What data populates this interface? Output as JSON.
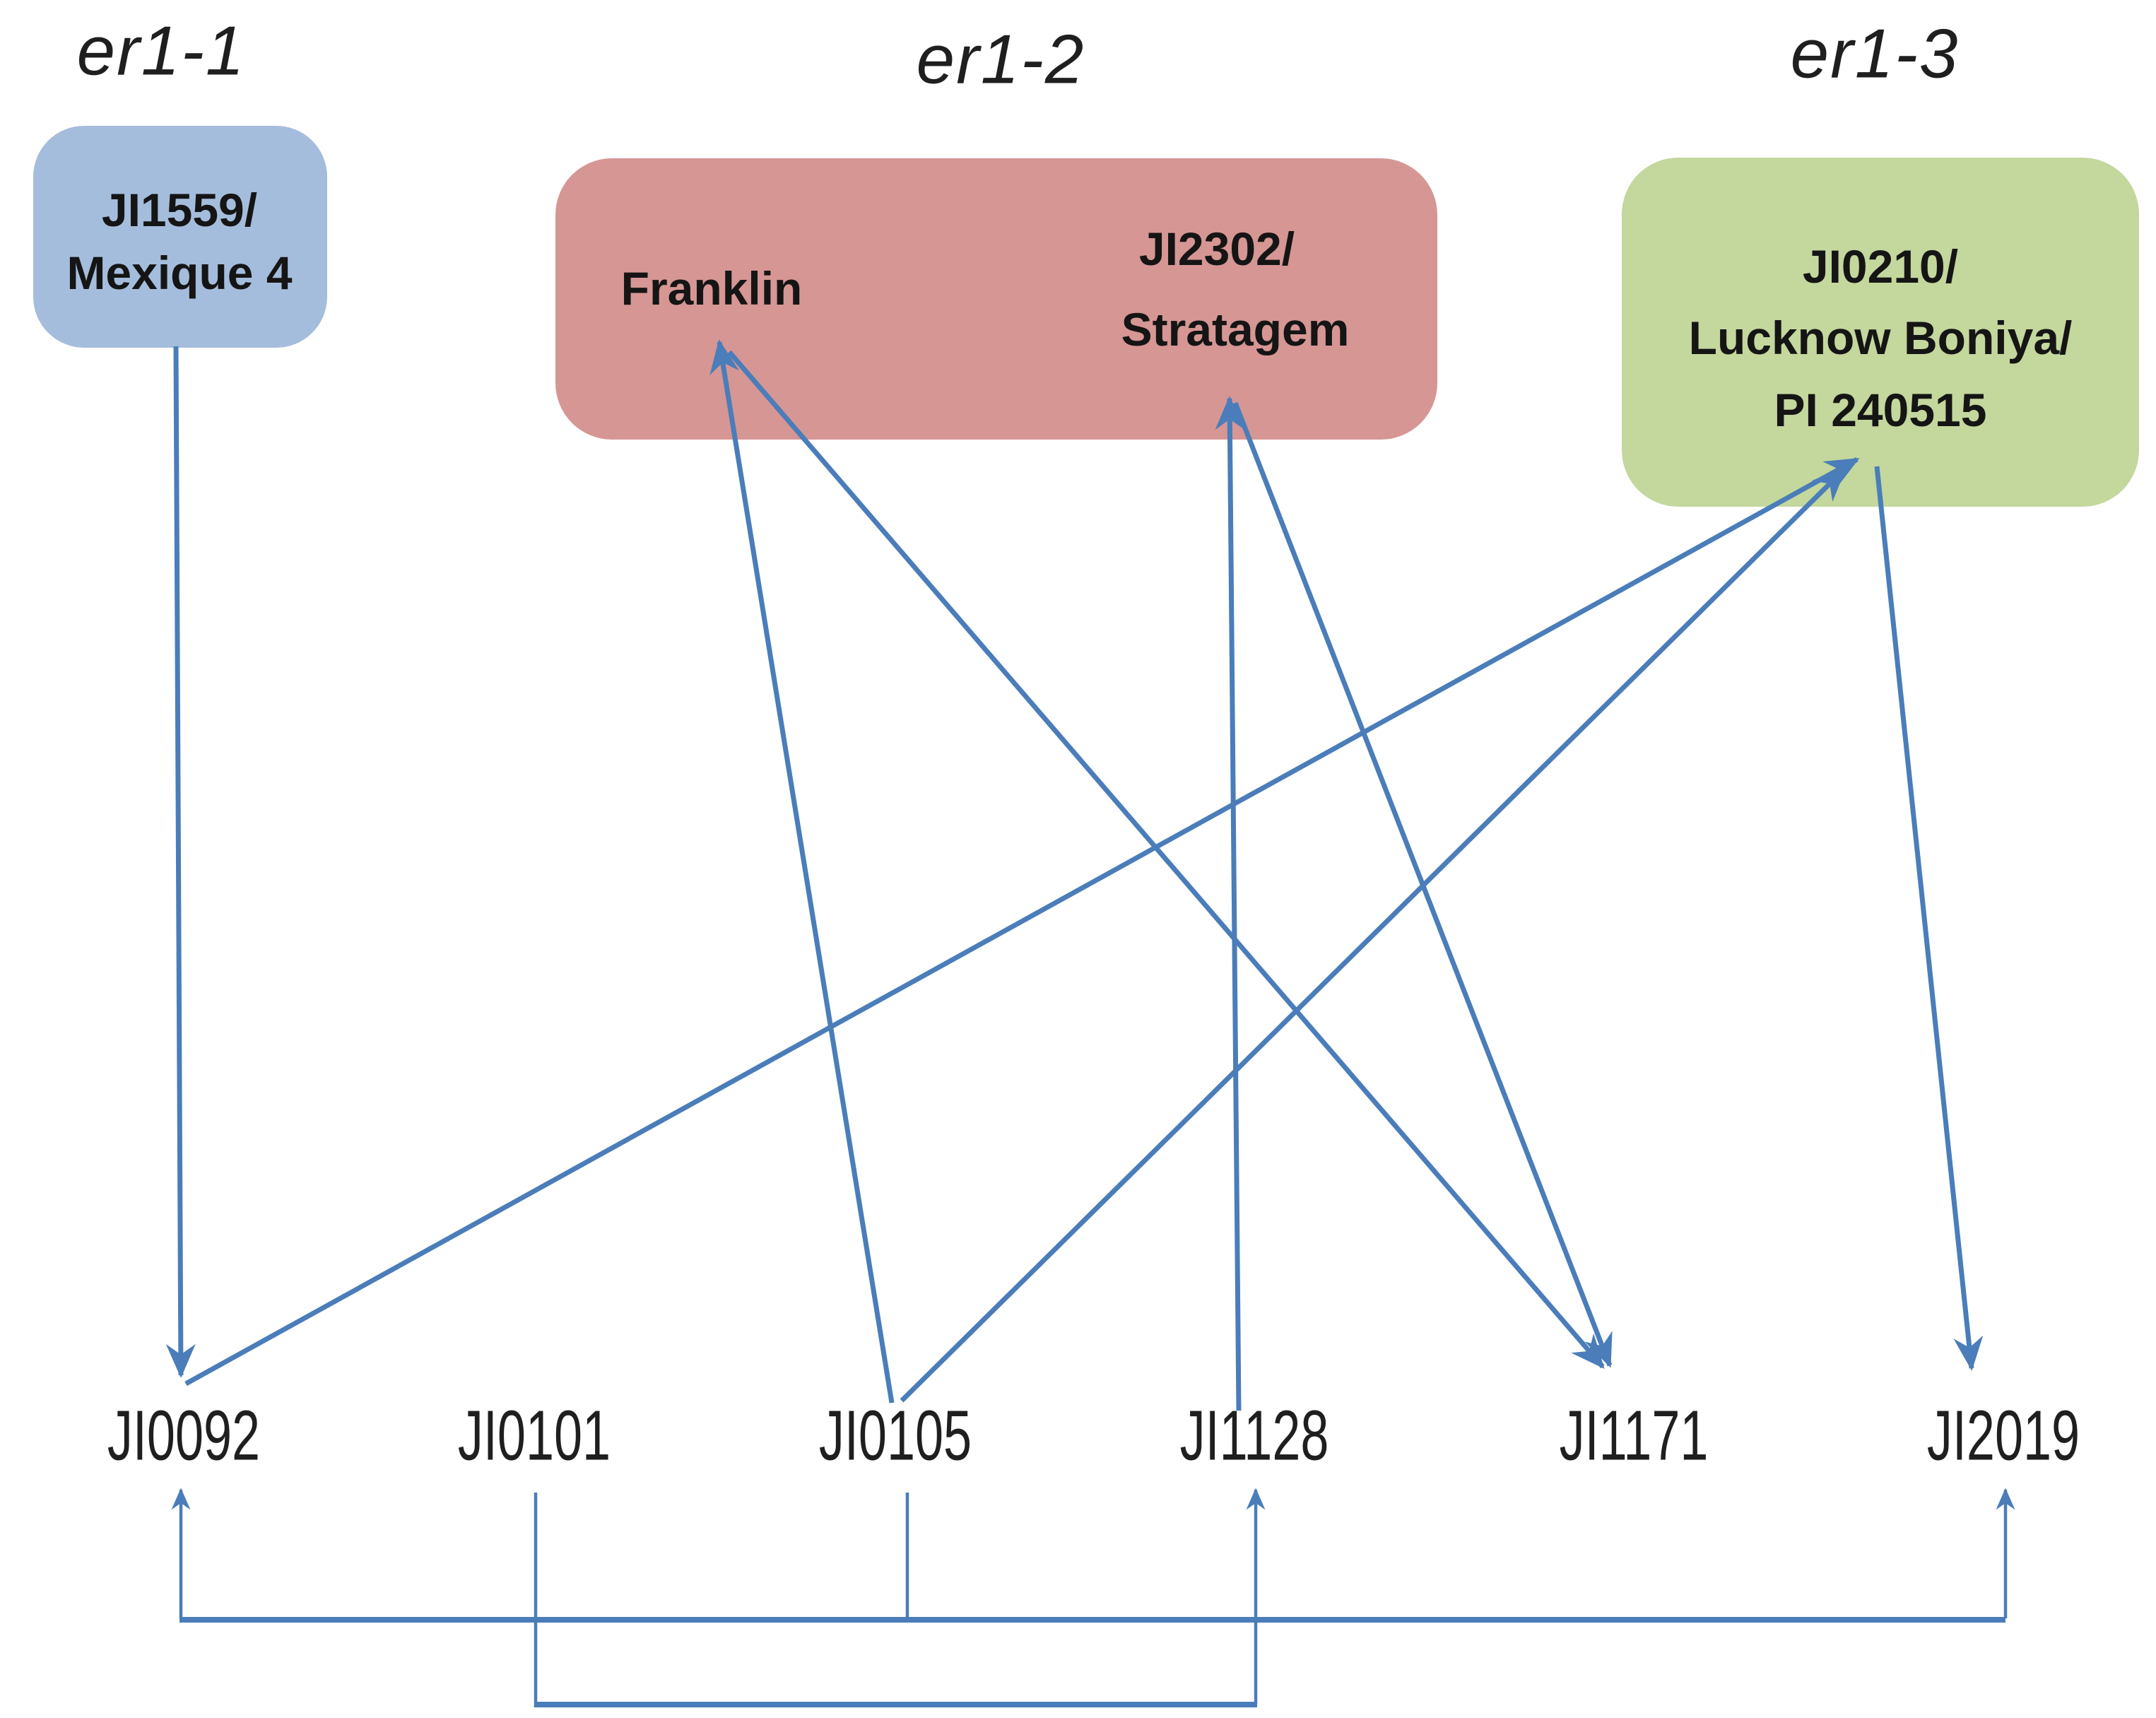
{
  "figure": {
    "description": "Allelism diagram linking pea accessions to er1 allele tester groups"
  },
  "groups": {
    "er1_1": {
      "heading": "er1-1",
      "box_line1": "JI1559/",
      "box_line2": "Mexique 4"
    },
    "er1_2": {
      "heading": "er1-2",
      "member1": "Franklin",
      "member2_line1": "JI2302/",
      "member2_line2": "Stratagem"
    },
    "er1_3": {
      "heading": "er1-3",
      "box_line1": "JI0210/",
      "box_line2": "Lucknow Boniya/",
      "box_line3": "PI 240515"
    }
  },
  "accessions": {
    "a1": "JI0092",
    "a2": "JI0101",
    "a3": "JI0105",
    "a4": "JI1128",
    "a5": "JI1171",
    "a6": "JI2019"
  },
  "edges": [
    {
      "from": "JI1559/Mexique 4",
      "to": "JI0092"
    },
    {
      "from": "JI0105",
      "to": "Franklin"
    },
    {
      "from": "Franklin",
      "to": "JI1171"
    },
    {
      "from": "JI1128",
      "to": "JI2302/Stratagem"
    },
    {
      "from": "JI2302/Stratagem",
      "to": "JI1171"
    },
    {
      "from": "JI0092",
      "to": "JI0210/Lucknow Boniya/PI 240515"
    },
    {
      "from": "JI0105",
      "to": "JI0210/Lucknow Boniya/PI 240515"
    },
    {
      "from": "JI0210/Lucknow Boniya/PI 240515",
      "to": "JI2019"
    },
    {
      "from": "JI0105",
      "to": "JI0092"
    },
    {
      "from": "JI0105",
      "to": "JI2019"
    },
    {
      "from": "JI0101",
      "to": "JI1128"
    }
  ],
  "colors": {
    "arrow": "#4a7db9",
    "er1_1_box": "#a5bddc",
    "er1_2_box": "#d69694",
    "er1_3_box": "#c4d79d",
    "text": "#1c1c1c",
    "background": "#ffffff"
  }
}
